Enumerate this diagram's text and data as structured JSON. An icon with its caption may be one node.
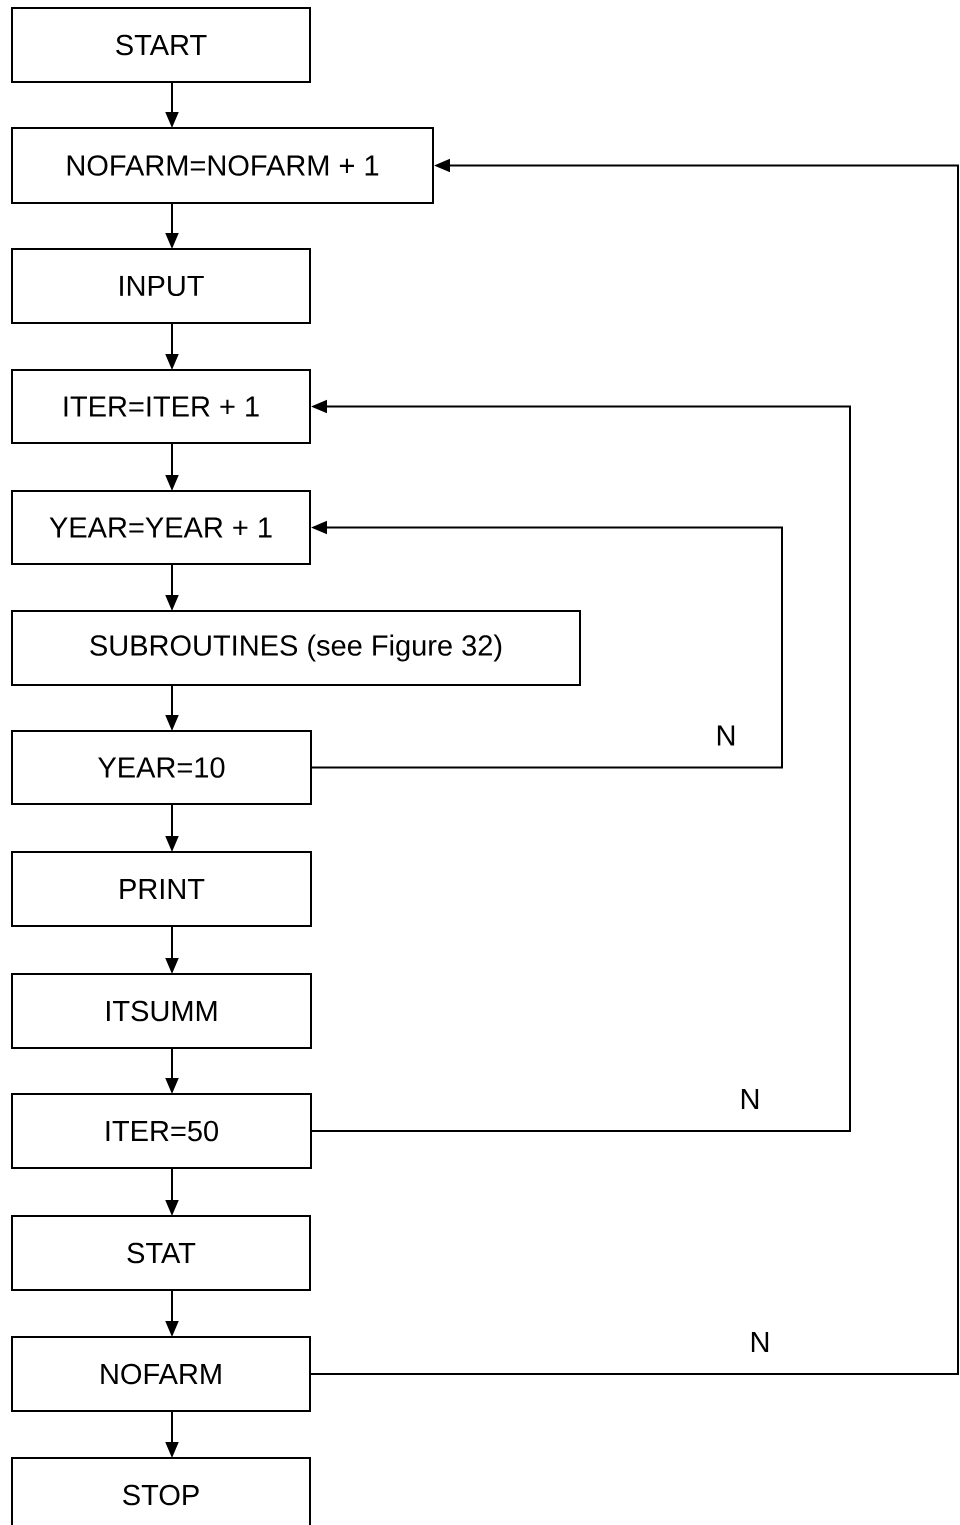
{
  "diagram": {
    "nodes": [
      {
        "text": [
          "START"
        ]
      },
      {
        "text": [
          "NOFARM=NOFARM + 1"
        ]
      },
      {
        "text": [
          "INPUT"
        ]
      },
      {
        "text": [
          "ITER=ITER + 1"
        ]
      },
      {
        "text": [
          "YEAR=YEAR + 1"
        ]
      },
      {
        "text": [
          "SUBROUTINES (see Figure 32)"
        ]
      },
      {
        "text": [
          "YEAR=10"
        ]
      },
      {
        "text": [
          "PRINT"
        ]
      },
      {
        "text": [
          "ITSUMM"
        ]
      },
      {
        "text": [
          "ITER=50"
        ]
      },
      {
        "text": [
          "STAT"
        ]
      },
      {
        "text": [
          "NOFARM"
        ]
      },
      {
        "text": [
          "STOP"
        ]
      }
    ],
    "edges": [
      {
        "from": 0,
        "to": 1,
        "arrow": "to"
      },
      {
        "from": 1,
        "to": 2,
        "arrow": "to"
      },
      {
        "from": 2,
        "to": 3,
        "arrow": "to"
      },
      {
        "from": 3,
        "to": 4,
        "arrow": "to"
      },
      {
        "from": 4,
        "to": 5,
        "arrow": "to"
      },
      {
        "from": 5,
        "to": 6,
        "arrow": "to"
      },
      {
        "from": 6,
        "to": 7,
        "arrow": "to"
      },
      {
        "from": 7,
        "to": 8,
        "arrow": "to"
      },
      {
        "from": 8,
        "to": 9,
        "arrow": "to"
      },
      {
        "from": 9,
        "to": 10,
        "arrow": "to"
      },
      {
        "from": 10,
        "to": 11,
        "arrow": "to"
      },
      {
        "from": 11,
        "to": 12,
        "arrow": "to"
      },
      {
        "from": 6,
        "to": 4,
        "arrow": "to",
        "label": "N"
      },
      {
        "from": 9,
        "to": 3,
        "arrow": "to",
        "label": "N"
      },
      {
        "from": 11,
        "to": 1,
        "arrow": "to",
        "label": "N"
      }
    ]
  }
}
